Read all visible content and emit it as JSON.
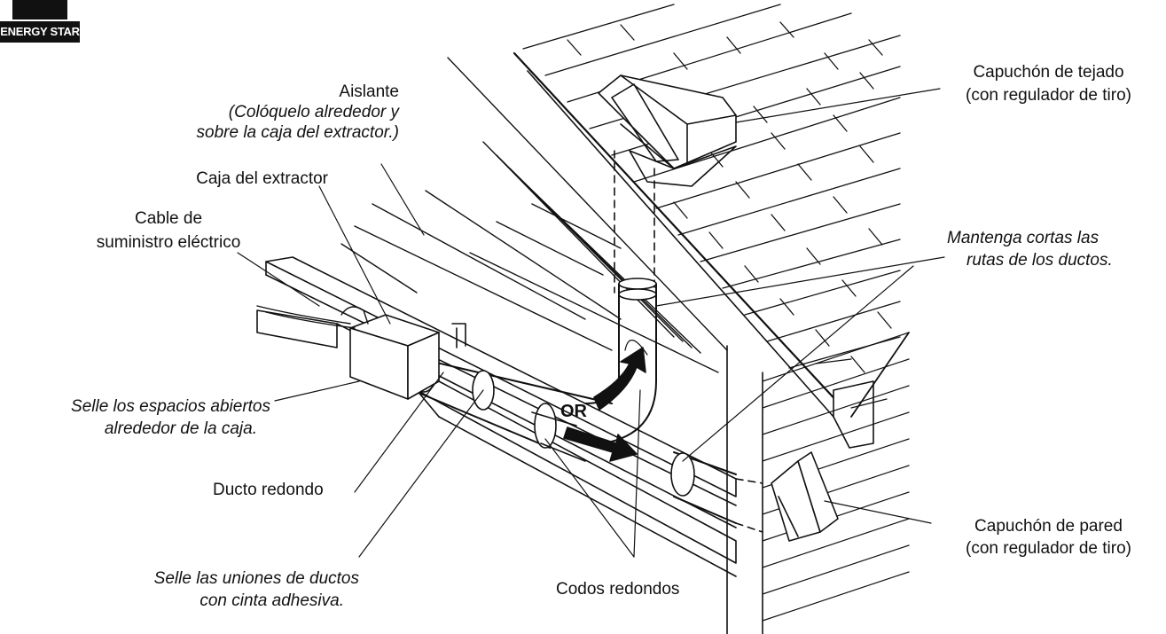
{
  "logo": {
    "text": "ENERGY STAR"
  },
  "labels": {
    "aislante_title": "Aislante",
    "aislante_line1": "(Colóquelo alrededor y",
    "aislante_line2": "sobre la caja del extractor.)",
    "caja": "Caja del extractor",
    "cable_line1": "Cable de",
    "cable_line2": "suministro eléctrico",
    "selle_espacios_line1": "Selle los espacios abiertos",
    "selle_espacios_line2": "alrededor de la caja.",
    "ducto_redondo": "Ducto redondo",
    "selle_uniones_line1": "Selle las uniones de ductos",
    "selle_uniones_line2": "con cinta adhesiva.",
    "codos": "Codos redondos",
    "or": "OR",
    "tejado_line1": "Capuchón de tejado",
    "tejado_line2": "(con regulador de tiro)",
    "mantenga_line1": "Mantenga cortas las",
    "mantenga_line2": "rutas de los ductos.",
    "pared_line1": "Capuchón de pared",
    "pared_line2": "(con regulador de tiro)"
  }
}
